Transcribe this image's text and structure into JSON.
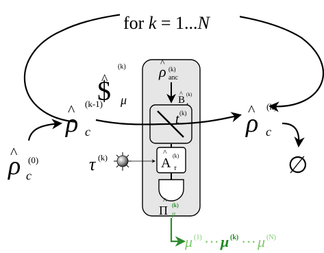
{
  "loop": {
    "label": "for k = 1...N",
    "prefix": "for ",
    "var": "k",
    "mid": " = 1...",
    "end": "N"
  },
  "channel": {
    "symbol": "$",
    "hat": "^",
    "sub": "μ",
    "sup": "(k)"
  },
  "ancilla": {
    "symbol": "ρ",
    "hat": "^",
    "sup": "(k)",
    "sub": "anc"
  },
  "beamsplitter": {
    "symbol": "B",
    "hat": "^",
    "sub": "t",
    "sup": "(k)",
    "inner_symbol": "t",
    "inner_sup": "(k)"
  },
  "operator": {
    "symbol": "A",
    "hat": "^",
    "sup": "(k)",
    "sub": "τ"
  },
  "tau": {
    "symbol": "τ",
    "sup": "(k)"
  },
  "measurement": {
    "symbol": "Π",
    "hat": "^",
    "sub": "μ",
    "sup": "(k)"
  },
  "states": {
    "initial": {
      "symbol": "ρ",
      "hat": "^",
      "sub": "c",
      "sup": "(0)"
    },
    "previous": {
      "symbol": "ρ",
      "hat": "^",
      "sub": "c",
      "sup": "(k-1)"
    },
    "current": {
      "symbol": "ρ",
      "hat": "^",
      "sub": "c",
      "sup": "(k)"
    }
  },
  "discard": {
    "symbol": "∅"
  },
  "outcomes": {
    "sym": "μ",
    "sup1": "(1)",
    "dots": "···",
    "supk": "(k)",
    "supN": "(N)"
  },
  "colors": {
    "ink": "#000000",
    "box_fill": "#e6e6e6",
    "outcome_green": "#7ecb6a",
    "outcome_dark_green": "#1f8a1f",
    "meas_green": "#2e8b2e"
  }
}
